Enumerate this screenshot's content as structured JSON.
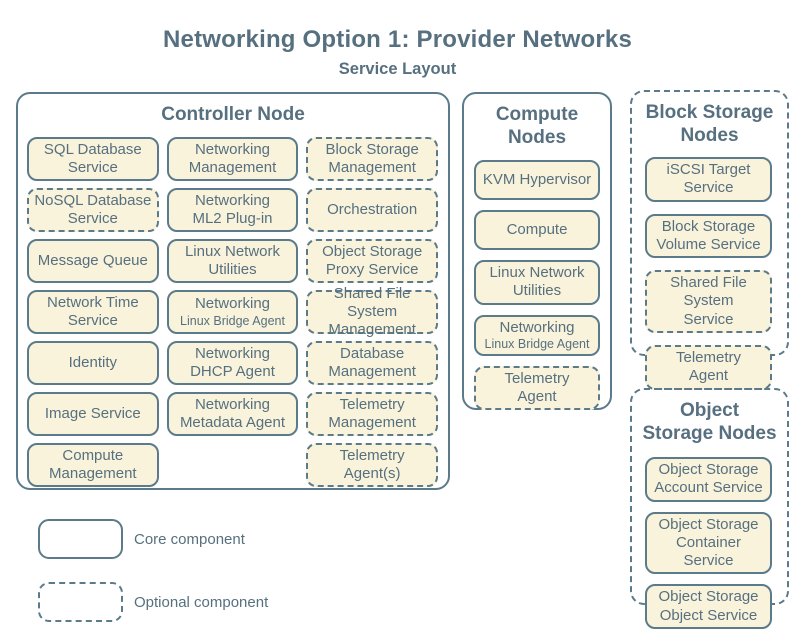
{
  "title": "Networking Option 1: Provider Networks",
  "subtitle": "Service Layout",
  "colors": {
    "background": "#ffffff",
    "box_fill": "#faf3dc",
    "border_slate": "#5b7a8a",
    "text_slate": "#56707f"
  },
  "controller": {
    "title": "Controller Node",
    "services": [
      {
        "label": "SQL Database\nService",
        "type": "core"
      },
      {
        "label": "Networking\nManagement",
        "type": "core"
      },
      {
        "label": "Block Storage\nManagement",
        "type": "optional"
      },
      {
        "label": "NoSQL Database\nService",
        "type": "optional"
      },
      {
        "label": "Networking\nML2 Plug-in",
        "type": "core"
      },
      {
        "label": "Orchestration",
        "type": "optional"
      },
      {
        "label": "Message Queue",
        "type": "core"
      },
      {
        "label": "Linux Network\nUtilities",
        "type": "core"
      },
      {
        "label": "Object Storage\nProxy Service",
        "type": "optional"
      },
      {
        "label": "Network Time\nService",
        "type": "core"
      },
      {
        "label": "Networking",
        "sub": "Linux Bridge Agent",
        "type": "core"
      },
      {
        "label": "Shared File System\nManagement",
        "type": "optional"
      },
      {
        "label": "Identity",
        "type": "core"
      },
      {
        "label": "Networking\nDHCP Agent",
        "type": "core"
      },
      {
        "label": "Database\nManagement",
        "type": "optional"
      },
      {
        "label": "Image Service",
        "type": "core"
      },
      {
        "label": "Networking\nMetadata Agent",
        "type": "core"
      },
      {
        "label": "Telemetry\nManagement",
        "type": "optional"
      },
      {
        "label": "Compute\nManagement",
        "type": "core"
      },
      {
        "label": "Telemetry\nAgent(s)",
        "type": "optional"
      }
    ]
  },
  "compute": {
    "title": "Compute\nNodes",
    "services": [
      {
        "label": "KVM Hypervisor",
        "type": "core"
      },
      {
        "label": "Compute",
        "type": "core"
      },
      {
        "label": "Linux Network\nUtilities",
        "type": "core"
      },
      {
        "label": "Networking",
        "sub": "Linux Bridge Agent",
        "type": "core"
      },
      {
        "label": "Telemetry\nAgent",
        "type": "optional"
      }
    ]
  },
  "block_storage": {
    "title": "Block Storage\nNodes",
    "services": [
      {
        "label": "iSCSI Target\nService",
        "type": "core"
      },
      {
        "label": "Block Storage\nVolume Service",
        "type": "core"
      },
      {
        "label": "Shared File System\nService",
        "type": "optional"
      },
      {
        "label": "Telemetry\nAgent",
        "type": "optional"
      }
    ]
  },
  "object_storage": {
    "title": "Object\nStorage Nodes",
    "services": [
      {
        "label": "Object Storage\nAccount Service",
        "type": "core"
      },
      {
        "label": "Object Storage\nContainer Service",
        "type": "core"
      },
      {
        "label": "Object Storage\nObject Service",
        "type": "core"
      }
    ]
  },
  "legend": {
    "core_label": "Core component",
    "optional_label": "Optional component"
  }
}
